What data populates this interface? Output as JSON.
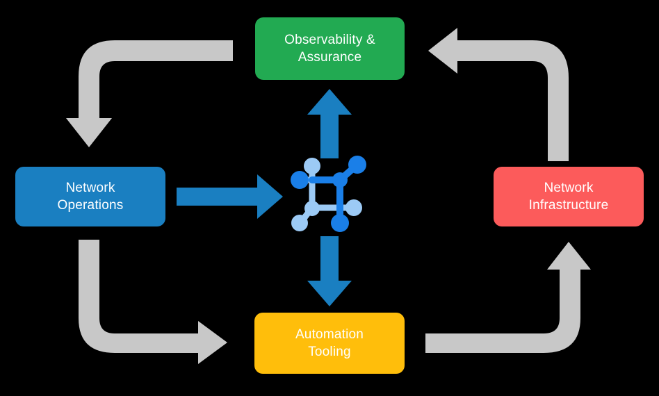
{
  "diagram": {
    "type": "cycle-flow-diagram",
    "background_color": "#000000",
    "nodes": [
      {
        "id": "observability",
        "label": "Observability &\nAssurance",
        "color": "#22aa52",
        "position": "top-center"
      },
      {
        "id": "network-operations",
        "label": "Network\nOperations",
        "color": "#1a7fc1",
        "position": "left"
      },
      {
        "id": "network-infrastructure",
        "label": "Network\nInfrastructure",
        "color": "#fc5b5b",
        "position": "right"
      },
      {
        "id": "automation-tooling",
        "label": "Automation\nTooling",
        "color": "#ffbe0b",
        "position": "bottom-center"
      }
    ],
    "center": {
      "icon": "network-topology-icon",
      "colors": {
        "dark_node": "#1a7fe8",
        "light_node": "#9ccaf5"
      }
    },
    "connectors": {
      "primary_color": "#1a7fc1",
      "secondary_color": "#c8c8c8",
      "primary": [
        {
          "name": "center-to-observability",
          "direction": "up"
        },
        {
          "name": "network-operations-to-center",
          "direction": "right"
        },
        {
          "name": "center-to-automation-tooling",
          "direction": "down"
        }
      ],
      "secondary": [
        {
          "name": "observability-to-network-operations",
          "direction": "down-left-elbow"
        },
        {
          "name": "network-infrastructure-to-observability",
          "direction": "up-left-elbow"
        },
        {
          "name": "network-operations-to-automation-tooling",
          "direction": "down-right-elbow"
        },
        {
          "name": "automation-tooling-to-network-infrastructure",
          "direction": "right-up-elbow"
        }
      ]
    }
  }
}
